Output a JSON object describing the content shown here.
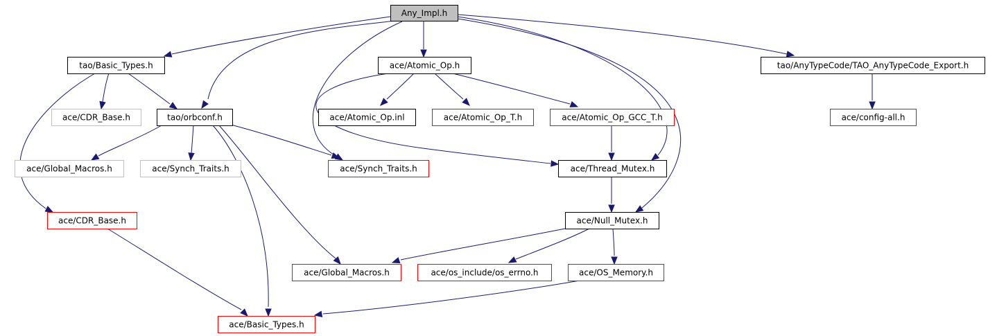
{
  "diagram": {
    "title": "",
    "colors": {
      "edge": "#191970",
      "root_fill": "#bfbfbf",
      "node_fill": "#ffffff",
      "text": "#000000",
      "border_documented": "#000000",
      "border_missing_children": "#ff0000",
      "border_undocumented": "#bfbfbf"
    },
    "nodes": [
      {
        "id": "any_impl",
        "label": "Any_Impl.h",
        "style": "root"
      },
      {
        "id": "tao_basic_types",
        "label": "tao/Basic_Types.h",
        "style": "documented"
      },
      {
        "id": "ace_atomic_op",
        "label": "ace/Atomic_Op.h",
        "style": "documented"
      },
      {
        "id": "tao_anytypecode_export",
        "label": "tao/AnyTypeCode/TAO_AnyTypeCode_Export.h",
        "style": "documented"
      },
      {
        "id": "cdr_base_undoc",
        "label": "ace/CDR_Base.h",
        "style": "undocumented"
      },
      {
        "id": "tao_orbconf",
        "label": "tao/orbconf.h",
        "style": "documented"
      },
      {
        "id": "atomic_op_inl",
        "label": "ace/Atomic_Op.inl",
        "style": "documented"
      },
      {
        "id": "atomic_op_t",
        "label": "ace/Atomic_Op_T.h",
        "style": "truncated"
      },
      {
        "id": "atomic_op_gcc_t",
        "label": "ace/Atomic_Op_GCC_T.h",
        "style": "truncated"
      },
      {
        "id": "config_all",
        "label": "ace/config-all.h",
        "style": "truncated"
      },
      {
        "id": "global_macros_undoc",
        "label": "ace/Global_Macros.h",
        "style": "undocumented"
      },
      {
        "id": "synch_traits_undoc",
        "label": "ace/Synch_Traits.h",
        "style": "undocumented"
      },
      {
        "id": "synch_traits",
        "label": "ace/Synch_Traits.h",
        "style": "truncated"
      },
      {
        "id": "thread_mutex",
        "label": "ace/Thread_Mutex.h",
        "style": "documented"
      },
      {
        "id": "cdr_base",
        "label": "ace/CDR_Base.h",
        "style": "truncated"
      },
      {
        "id": "null_mutex",
        "label": "ace/Null_Mutex.h",
        "style": "documented"
      },
      {
        "id": "global_macros",
        "label": "ace/Global_Macros.h",
        "style": "truncated"
      },
      {
        "id": "os_errno",
        "label": "ace/os_include/os_errno.h",
        "style": "truncated"
      },
      {
        "id": "os_memory",
        "label": "ace/OS_Memory.h",
        "style": "truncated"
      },
      {
        "id": "ace_basic_types",
        "label": "ace/Basic_Types.h",
        "style": "truncated"
      }
    ],
    "edges": [
      {
        "from": "any_impl",
        "to": "tao_basic_types"
      },
      {
        "from": "any_impl",
        "to": "tao_orbconf"
      },
      {
        "from": "any_impl",
        "to": "synch_traits"
      },
      {
        "from": "any_impl",
        "to": "ace_atomic_op"
      },
      {
        "from": "any_impl",
        "to": "thread_mutex"
      },
      {
        "from": "any_impl",
        "to": "null_mutex"
      },
      {
        "from": "any_impl",
        "to": "tao_anytypecode_export"
      },
      {
        "from": "tao_basic_types",
        "to": "cdr_base_undoc"
      },
      {
        "from": "tao_basic_types",
        "to": "tao_orbconf"
      },
      {
        "from": "tao_basic_types",
        "to": "cdr_base"
      },
      {
        "from": "tao_orbconf",
        "to": "global_macros_undoc"
      },
      {
        "from": "tao_orbconf",
        "to": "synch_traits_undoc"
      },
      {
        "from": "tao_orbconf",
        "to": "synch_traits"
      },
      {
        "from": "tao_orbconf",
        "to": "global_macros"
      },
      {
        "from": "tao_orbconf",
        "to": "ace_basic_types"
      },
      {
        "from": "ace_atomic_op",
        "to": "atomic_op_inl"
      },
      {
        "from": "ace_atomic_op",
        "to": "atomic_op_t"
      },
      {
        "from": "ace_atomic_op",
        "to": "atomic_op_gcc_t"
      },
      {
        "from": "ace_atomic_op",
        "to": "thread_mutex"
      },
      {
        "from": "atomic_op_gcc_t",
        "to": "thread_mutex"
      },
      {
        "from": "thread_mutex",
        "to": "null_mutex"
      },
      {
        "from": "null_mutex",
        "to": "global_macros"
      },
      {
        "from": "null_mutex",
        "to": "os_errno"
      },
      {
        "from": "null_mutex",
        "to": "os_memory"
      },
      {
        "from": "os_memory",
        "to": "ace_basic_types"
      },
      {
        "from": "cdr_base",
        "to": "ace_basic_types"
      },
      {
        "from": "tao_anytypecode_export",
        "to": "config_all"
      }
    ]
  }
}
